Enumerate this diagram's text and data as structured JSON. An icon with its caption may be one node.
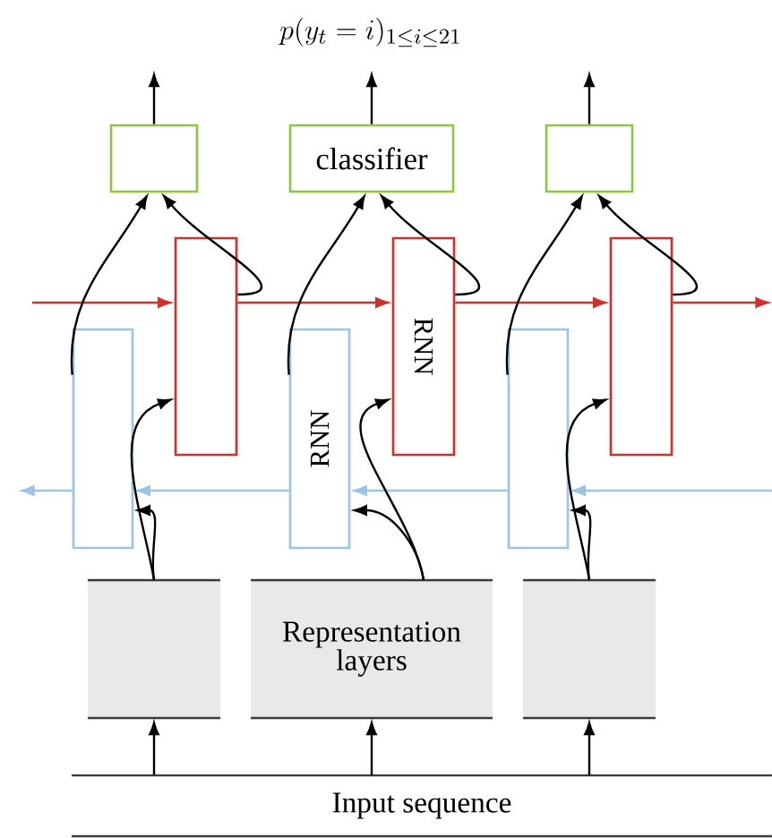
{
  "diagram": {
    "nodes": [
      {
        "text": [],
        "shape": "box"
      },
      {
        "text": [
          "classifier"
        ]
      },
      {
        "text": [],
        "shape": "box"
      },
      {
        "text": [],
        "shape": "box"
      },
      {
        "text": [
          "RNN"
        ]
      },
      {
        "text": [],
        "shape": "box"
      },
      {
        "text": [],
        "shape": "box"
      },
      {
        "text": [
          "RNN"
        ]
      },
      {
        "text": [],
        "shape": "box"
      },
      {
        "text": [],
        "shape": "box"
      },
      {
        "text": [
          "Representation layers"
        ]
      },
      {
        "text": [],
        "shape": "box"
      },
      {
        "text": [
          "Input sequence"
        ]
      }
    ],
    "edges": [
      {
        "from": 0,
        "to": null,
        "arrow": "to"
      },
      {
        "from": 1,
        "to": null,
        "arrow": "to"
      },
      {
        "from": 2,
        "to": null,
        "arrow": "to"
      },
      {
        "from": null,
        "to": 3,
        "arrow": "to",
        "color": "#d0312d"
      },
      {
        "from": 3,
        "to": 4,
        "arrow": "to",
        "color": "#d0312d"
      },
      {
        "from": 4,
        "to": 5,
        "arrow": "to",
        "color": "#d0312d"
      },
      {
        "from": 5,
        "to": null,
        "arrow": "to",
        "color": "#d0312d"
      },
      {
        "from": null,
        "to": 8,
        "arrow": "to",
        "color": "#9dc3e6"
      },
      {
        "from": 8,
        "to": 7,
        "arrow": "to",
        "color": "#9dc3e6"
      },
      {
        "from": 7,
        "to": 6,
        "arrow": "to",
        "color": "#9dc3e6"
      },
      {
        "from": 6,
        "to": null,
        "arrow": "to",
        "color": "#9dc3e6"
      },
      {
        "from": 12,
        "to": 9,
        "arrow": "to"
      },
      {
        "from": 12,
        "to": 10,
        "arrow": "to"
      },
      {
        "from": 12,
        "to": 11,
        "arrow": "to"
      },
      {
        "from": 9,
        "to": 6,
        "arrow": "to"
      },
      {
        "from": 9,
        "to": 3,
        "arrow": "to"
      },
      {
        "from": 10,
        "to": 7,
        "arrow": "to"
      },
      {
        "from": 10,
        "to": 4,
        "arrow": "to"
      },
      {
        "from": 11,
        "to": 8,
        "arrow": "to"
      },
      {
        "from": 11,
        "to": 5,
        "arrow": "to"
      },
      {
        "from": 6,
        "to": 0,
        "arrow": "to"
      },
      {
        "from": 7,
        "to": 1,
        "arrow": "to"
      },
      {
        "from": 8,
        "to": 2,
        "arrow": "to"
      },
      {
        "from": 3,
        "to": 0,
        "arrow": "to"
      },
      {
        "from": 4,
        "to": 1,
        "arrow": "to"
      },
      {
        "from": 5,
        "to": 2,
        "arrow": "to"
      }
    ],
    "labels": [
      "p(y_t = i)_{1\\leq i\\leq 21}"
    ]
  }
}
